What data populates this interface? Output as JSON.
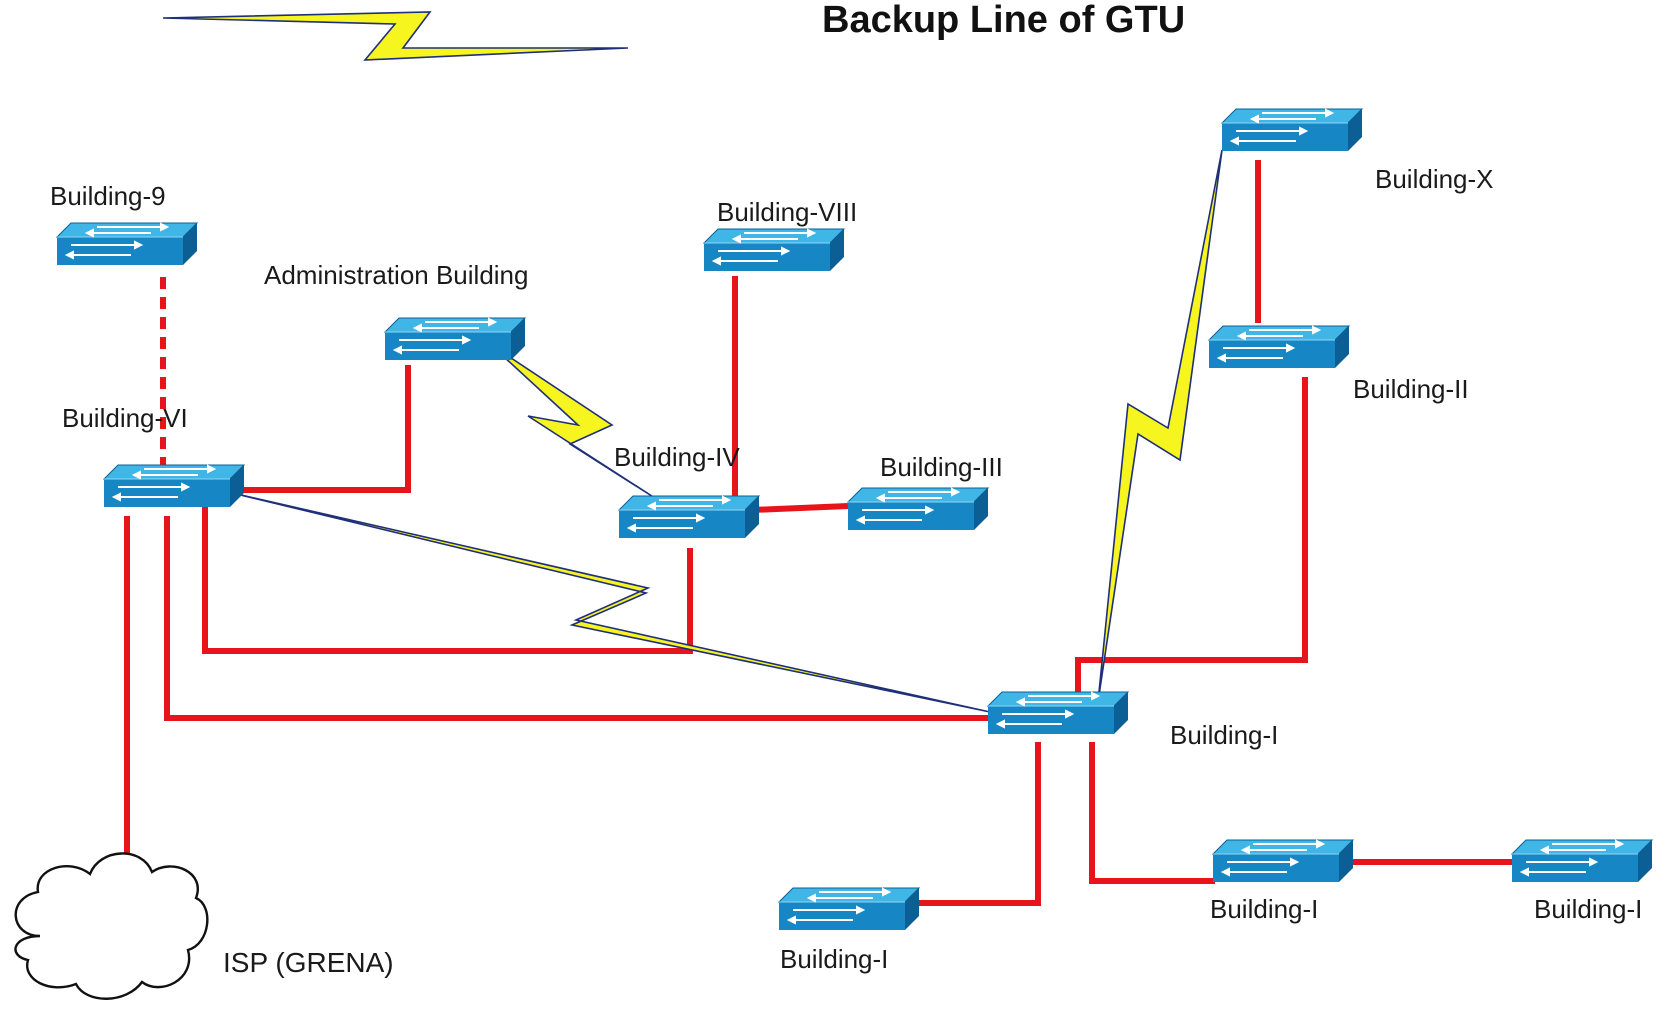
{
  "title": "Backup Line of GTU",
  "colors": {
    "link": "#e8141b",
    "backup_bolt": "#f7f51f",
    "bolt_edge": "#1f2f7a",
    "switch_top": "#3fb6e6",
    "switch_front": "#1786c4",
    "switch_side": "#0b5f95"
  },
  "icons": {
    "switch": "network-switch-icon",
    "cloud": "cloud-icon",
    "backup": "lightning-bolt-icon"
  },
  "nodes": {
    "building_9": "Building-9",
    "administration": "Administration Building",
    "building_viii": "Building-VIII",
    "building_vi": "Building-VI",
    "building_iv": "Building-IV",
    "building_iii": "Building-III",
    "building_x": "Building-X",
    "building_ii": "Building-II",
    "building_i_main": "Building-I",
    "building_i_bottom": "Building-I",
    "building_i_mid": "Building-I",
    "building_i_right": "Building-I",
    "isp": "ISP (GRENA)"
  }
}
